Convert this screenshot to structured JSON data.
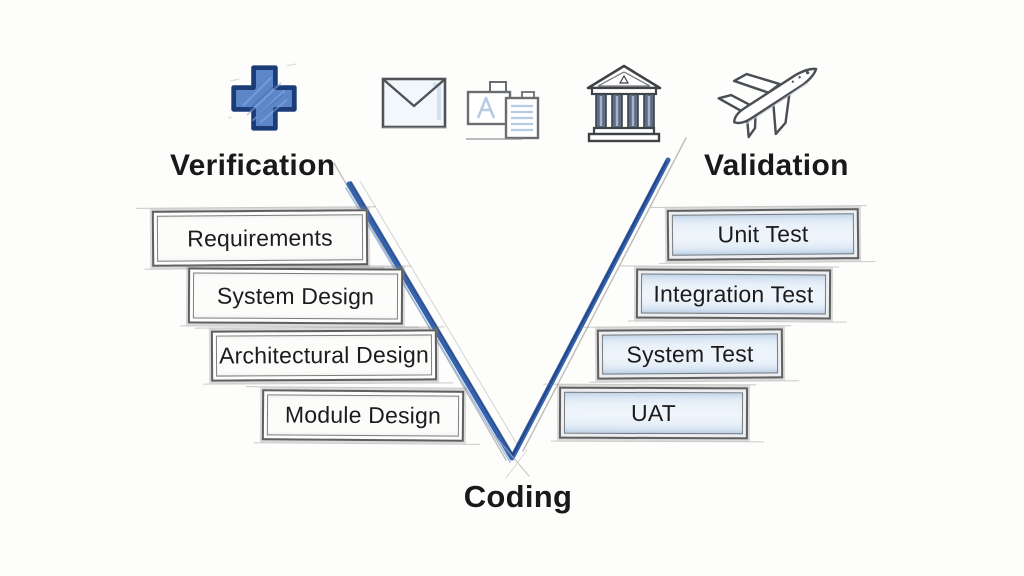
{
  "diagram": {
    "title_left": "Verification",
    "title_right": "Validation",
    "bottom_label": "Coding",
    "verification_steps": [
      "Requirements",
      "System Design",
      "Architectural Design",
      "Module Design"
    ],
    "validation_steps": [
      "Unit Test",
      "Integration Test",
      "System Test",
      "UAT"
    ],
    "icons": [
      "plus-cross-icon",
      "envelope-icon",
      "documents-icon",
      "bank-icon",
      "airplane-icon"
    ],
    "colors": {
      "background": "#fdfdfc",
      "v_line_blue": "#3562ac",
      "v_line_navy": "#1d3f7e",
      "box_border": "#5f5f5f",
      "left_box_fill": "#fcfcfb",
      "right_box_fill": "#dde9f5",
      "plus_fill": "#5b86c8",
      "plus_border": "#1c3c78",
      "text": "#1c1c1c"
    }
  }
}
